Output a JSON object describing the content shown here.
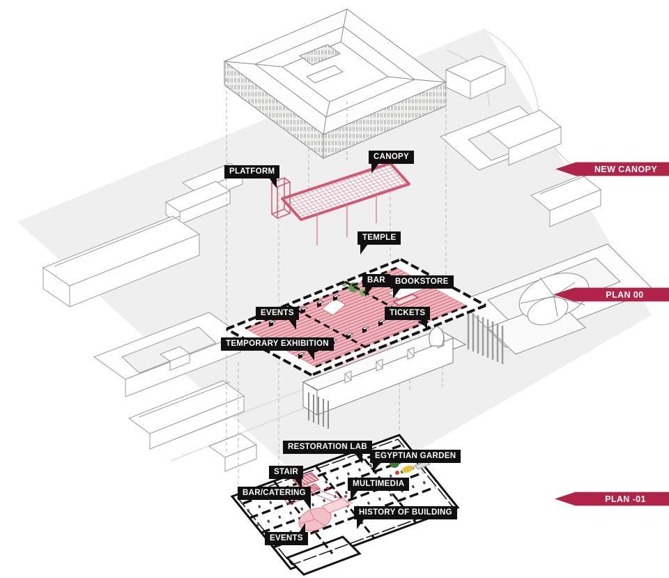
{
  "callouts": {
    "platform": "PLATFORM",
    "canopy": "CANOPY",
    "temple": "TEMPLE",
    "bar": "BAR",
    "bookstore": "BOOKSTORE",
    "events_00": "EVENTS",
    "tickets": "TICKETS",
    "temporary_exhibition": "TEMPORARY EXHIBITION",
    "restoration_lab": "RESTORATION LAB",
    "egyptian_garden": "EGYPTIAN GARDEN",
    "stair": "STAIR",
    "bar_catering": "BAR/CATERING",
    "multimedia": "MULTIMEDIA",
    "history_of_building": "HISTORY OF BUILDING",
    "events_m01": "EVENTS"
  },
  "banners": {
    "new_canopy": "NEW CANOPY",
    "plan_00": "PLAN 00",
    "plan_m01": "PLAN -01"
  },
  "colors": {
    "banner_red": "#b0244a",
    "canopy_pink": "#d05a74",
    "plan_hatch_pink": "#d27985",
    "plan_base_pink": "#f1bac0",
    "wall_black": "#141414",
    "ground_gray": "#efefef",
    "tree_green": "#4a8a3c",
    "garden_yellow": "#e5c437"
  }
}
